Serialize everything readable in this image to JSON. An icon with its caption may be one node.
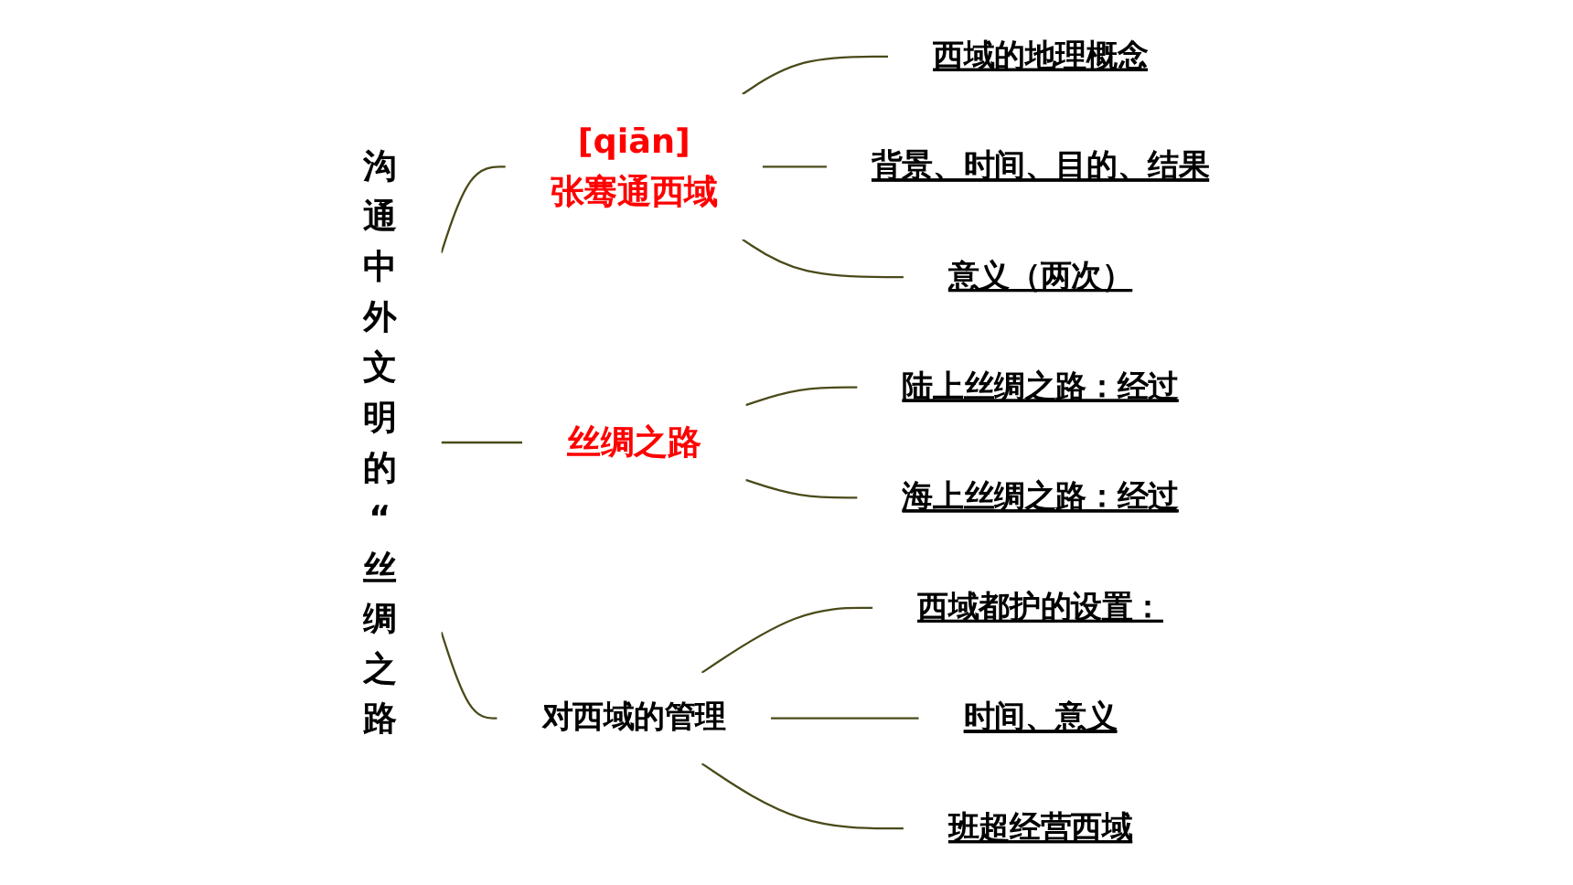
{
  "diagram": {
    "nodes": [
      {
        "text": [
          "沟通中外文明的“丝绸之路"
        ]
      },
      {
        "text": [
          "[qiān]",
          "张骞通西域"
        ]
      },
      {
        "text": [
          "西域的地理概念"
        ]
      },
      {
        "text": [
          "背景、时间、目的、结果"
        ]
      },
      {
        "text": [
          "意义（两次）"
        ]
      },
      {
        "text": [
          "丝绸之路"
        ]
      },
      {
        "text": [
          "陆上丝绸之路：经过"
        ]
      },
      {
        "text": [
          "海上丝绸之路：经过"
        ]
      },
      {
        "text": [
          "对西域的管理"
        ]
      },
      {
        "text": [
          "西域都护的设置："
        ]
      },
      {
        "text": [
          "时间、意义"
        ]
      },
      {
        "text": [
          "班超经营西域"
        ]
      }
    ],
    "edges": [
      {
        "from": 0,
        "to": 1,
        "arrow": "none"
      },
      {
        "from": 0,
        "to": 5,
        "arrow": "none"
      },
      {
        "from": 0,
        "to": 8,
        "arrow": "none"
      },
      {
        "from": 1,
        "to": 2,
        "arrow": "none"
      },
      {
        "from": 1,
        "to": 3,
        "arrow": "none"
      },
      {
        "from": 1,
        "to": 4,
        "arrow": "none"
      },
      {
        "from": 5,
        "to": 6,
        "arrow": "none"
      },
      {
        "from": 5,
        "to": 7,
        "arrow": "none"
      },
      {
        "from": 8,
        "to": 9,
        "arrow": "none"
      },
      {
        "from": 8,
        "to": 10,
        "arrow": "none"
      },
      {
        "from": 8,
        "to": 11,
        "arrow": "none"
      }
    ]
  }
}
